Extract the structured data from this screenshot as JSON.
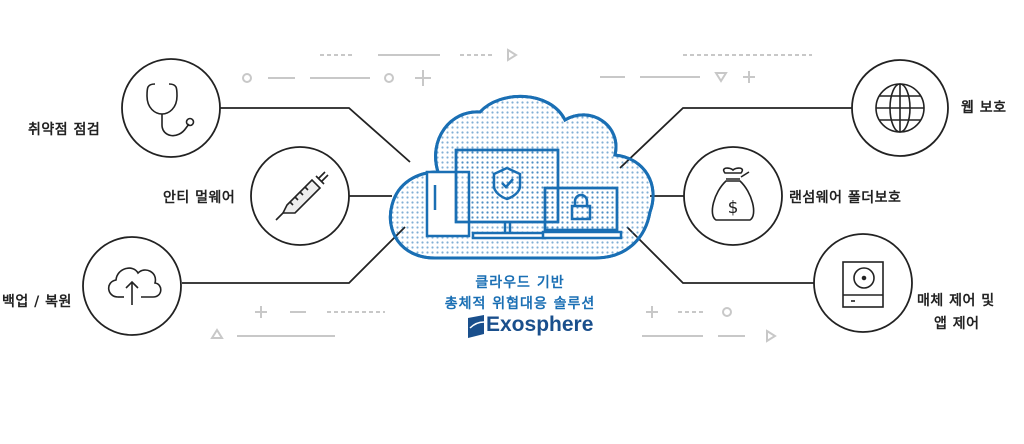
{
  "features": {
    "vulnerability_scan": "취약점 점검",
    "anti_malware": "안티 멀웨어",
    "backup_restore": "백업 / 복원",
    "web_protection": "웹 보호",
    "ransomware_folder_protection": "랜섬웨어 폴더보호",
    "media_control_line1": "매체 제어 및",
    "media_control_line2": "앱 제어"
  },
  "center": {
    "line1": "클라우드 기반",
    "line2": "총체적 위협대응 솔루션",
    "brand": "Exosphere",
    "dollar_sign": "$"
  },
  "colors": {
    "accent": "#1a6fb4",
    "line": "#222222",
    "deco": "#c8c8c8"
  }
}
